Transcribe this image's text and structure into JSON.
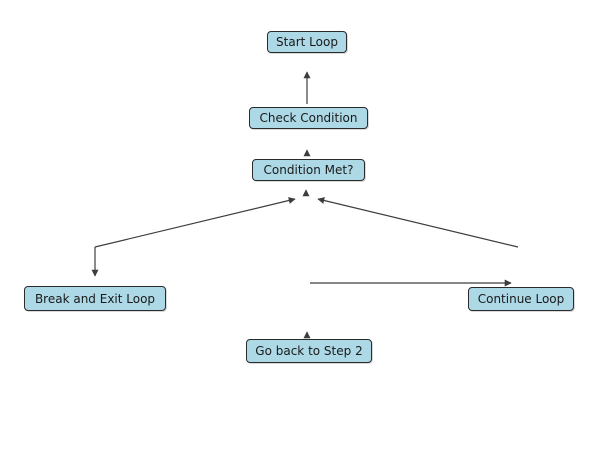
{
  "diagram": {
    "type": "flowchart",
    "colors": {
      "background": "#ffffff",
      "node_fill": "#add8e6",
      "node_border": "#2b2b2b",
      "text": "#1a1a1a",
      "arrow": "#3d3d3d"
    },
    "nodes": [
      {
        "id": "start-loop",
        "label": "Start Loop"
      },
      {
        "id": "check-condition",
        "label": "Check Condition"
      },
      {
        "id": "condition-met",
        "label": "Condition Met?"
      },
      {
        "id": "break-and-exit",
        "label": "Break and Exit Loop"
      },
      {
        "id": "continue-loop",
        "label": "Continue Loop"
      },
      {
        "id": "go-back-to-step-2",
        "label": "Go back to Step 2"
      }
    ],
    "edges": [
      {
        "id": "check-condition-to-start-loop",
        "arrow_points_to": "start-loop"
      },
      {
        "id": "condition-met-to-check-condition",
        "arrow_points_to": "check-condition"
      },
      {
        "id": "short-arrow-into-condition-met",
        "arrow_points_to": "condition-met"
      },
      {
        "id": "left-diagonal-up",
        "arrow_points_to": "condition-met"
      },
      {
        "id": "right-diagonal-up",
        "arrow_points_to": "condition-met"
      },
      {
        "id": "down-into-break-and-exit",
        "arrow_points_to": "break-and-exit"
      },
      {
        "id": "horizontal-toward-continue-loop",
        "arrow_points_to": "continue-loop"
      },
      {
        "id": "up-from-go-back-to-step-2",
        "arrow_points_to": "condition-met"
      }
    ]
  }
}
